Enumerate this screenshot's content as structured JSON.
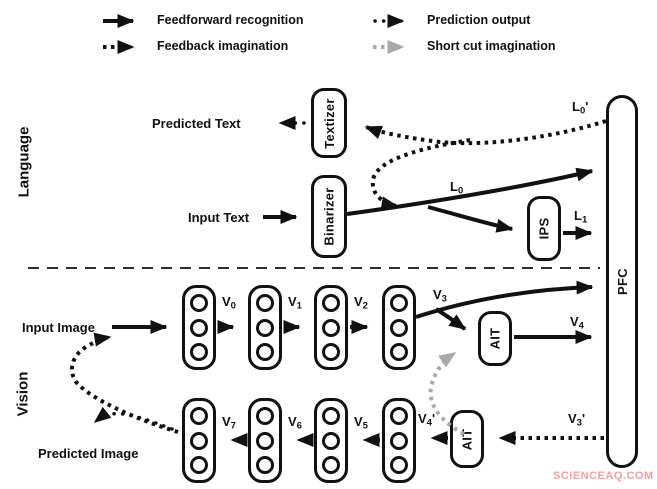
{
  "legend": {
    "items": [
      {
        "id": "feedforward",
        "label": "Feedforward recognition"
      },
      {
        "id": "feedback",
        "label": "Feedback imagination"
      },
      {
        "id": "prediction",
        "label": "Prediction output"
      },
      {
        "id": "shortcut",
        "label": "Short cut imagination"
      }
    ]
  },
  "sections": {
    "language": "Language",
    "vision": "Vision"
  },
  "language": {
    "predicted_text_label": "Predicted Text",
    "input_text_label": "Input Text",
    "textizer": "Textizer",
    "binarizer": "Binarizer",
    "ips": "IPS",
    "labels": {
      "l0": {
        "base": "L",
        "sub": "0"
      },
      "l1": {
        "base": "L",
        "sub": "1"
      },
      "l0_prime": {
        "base": "L",
        "sub": "0",
        "prime": "'"
      }
    }
  },
  "vision": {
    "input_image_label": "Input Image",
    "predicted_image_label": "Predicted Image",
    "ait_top": "AIT",
    "ait_bottom": "AIT",
    "labels": {
      "v0": {
        "base": "V",
        "sub": "0"
      },
      "v1": {
        "base": "V",
        "sub": "1"
      },
      "v2": {
        "base": "V",
        "sub": "2"
      },
      "v3": {
        "base": "V",
        "sub": "3"
      },
      "v4": {
        "base": "V",
        "sub": "4"
      },
      "v5": {
        "base": "V",
        "sub": "5"
      },
      "v6": {
        "base": "V",
        "sub": "6"
      },
      "v7": {
        "base": "V",
        "sub": "7"
      },
      "v3_prime": {
        "base": "V",
        "sub": "3",
        "prime": "'"
      },
      "v4_prime": {
        "base": "V",
        "sub": "4",
        "prime": "'"
      }
    }
  },
  "pfc": "PFC",
  "watermark": "SCIENCEAQ.COM",
  "colors": {
    "ink": "#111111",
    "gray_arrow": "#a9a9a9",
    "watermark": "#f2a0a0"
  }
}
